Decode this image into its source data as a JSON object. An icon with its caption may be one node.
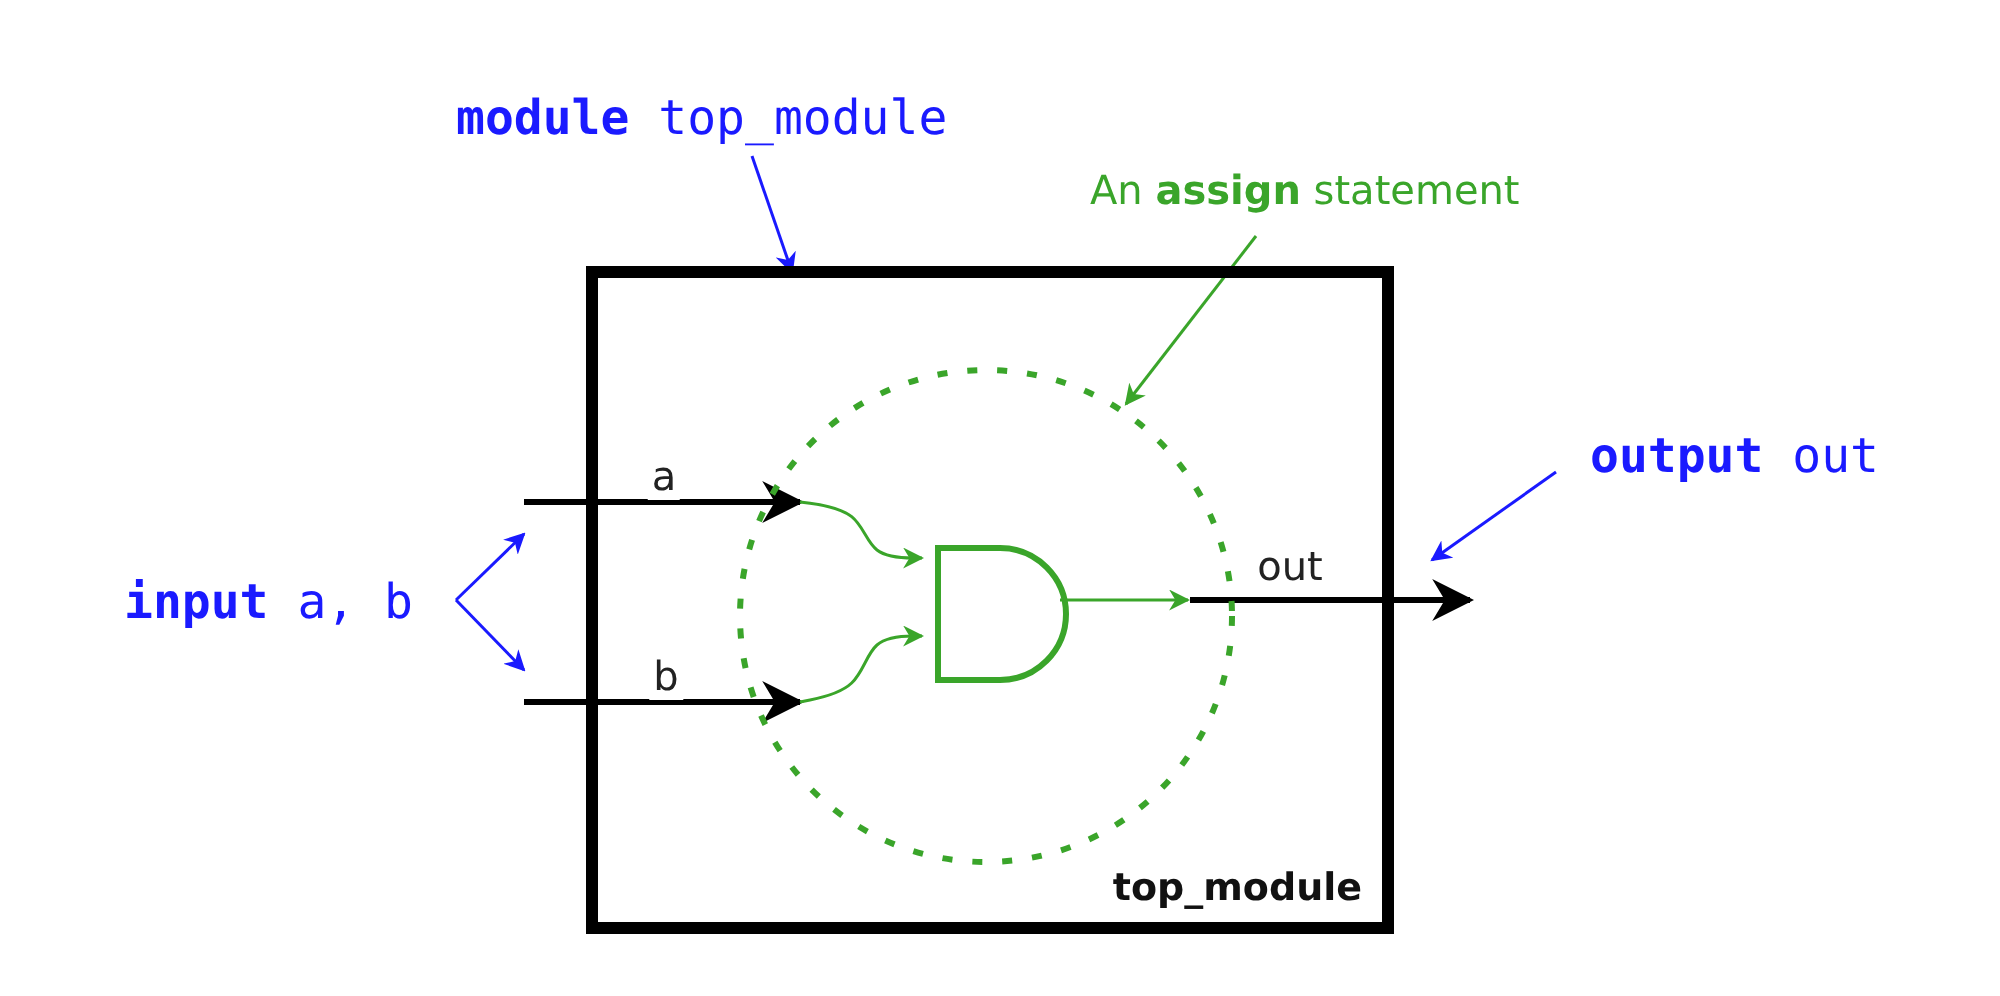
{
  "diagram": {
    "nodes": [
      {
        "text": [
          "top_module"
        ]
      },
      {
        "text": [],
        "shape": "circle",
        "in": 0
      },
      {
        "text": [],
        "shape": "gate",
        "in": 1
      },
      {
        "text": [
          "**module** top_module"
        ]
      },
      {
        "text": [
          "An **assign** statement"
        ]
      },
      {
        "text": [
          "**input** a, b"
        ]
      },
      {
        "text": [
          "**output** out"
        ]
      }
    ],
    "edges": [
      {
        "from": null,
        "to": 1,
        "arrow": "to",
        "label": "a",
        "style": "thick",
        "color": "#000000"
      },
      {
        "from": null,
        "to": 1,
        "arrow": "to",
        "label": "b",
        "style": "thick",
        "color": "#000000"
      },
      {
        "from": null,
        "to": 2,
        "arrow": "to",
        "color": "#3aa52a"
      },
      {
        "from": null,
        "to": 2,
        "arrow": "to",
        "color": "#3aa52a"
      },
      {
        "from": 2,
        "to": null,
        "arrow": "to",
        "color": "#3aa52a"
      },
      {
        "from": 1,
        "to": null,
        "arrow": "to",
        "label": "out",
        "style": "thick",
        "color": "#000000"
      },
      {
        "from": 3,
        "to": 0,
        "arrow": "to",
        "color": "#1a1aff"
      },
      {
        "from": 4,
        "to": 1,
        "arrow": "to",
        "color": "#3aa52a"
      },
      {
        "from": 5,
        "to": null,
        "arrow": "to",
        "color": "#1a1aff"
      },
      {
        "from": 5,
        "to": null,
        "arrow": "to",
        "color": "#1a1aff"
      },
      {
        "from": 6,
        "to": 0,
        "arrow": "to",
        "color": "#1a1aff"
      }
    ]
  }
}
